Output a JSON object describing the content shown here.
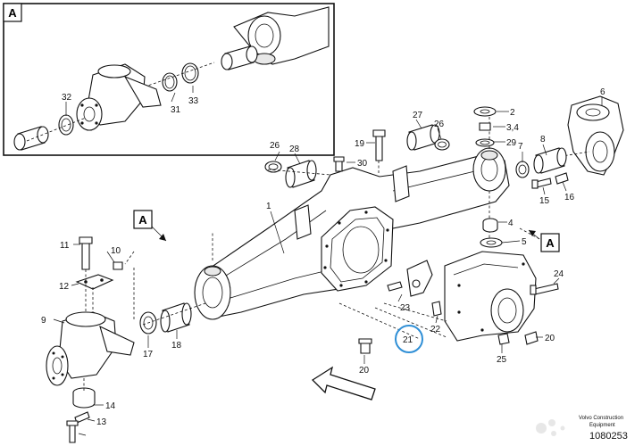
{
  "diagram": {
    "callouts": {
      "c1": "1",
      "c2": "2",
      "c34": "3,4",
      "c4": "4",
      "c5": "5",
      "c6": "6",
      "c7": "7",
      "c8": "8",
      "c9": "9",
      "c10": "10",
      "c11": "11",
      "c12": "12",
      "c13": "13",
      "c14": "14",
      "c15": "15",
      "c16": "16",
      "c17": "17",
      "c18": "18",
      "c19": "19",
      "c20a": "20",
      "c20b": "20",
      "c21": "21",
      "c22": "22",
      "c23": "23",
      "c24": "24",
      "c25": "25",
      "c26a": "26",
      "c26b": "26",
      "c27": "27",
      "c28": "28",
      "c29": "29",
      "c30": "30",
      "c31": "31",
      "c32": "32",
      "c33": "33"
    },
    "view_labels": {
      "inset": "A",
      "left": "A",
      "right": "A"
    },
    "credit": {
      "line1": "Volvo Construction",
      "line2": "Equipment"
    },
    "drawing_number": "1080253",
    "highlight_color": "#2f8fd6",
    "watermark": "avito-logo"
  }
}
